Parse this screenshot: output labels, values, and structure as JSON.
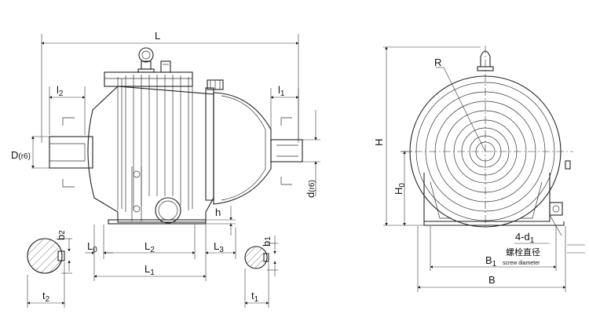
{
  "side_view": {
    "L": "L",
    "l2": "l",
    "l2_sub": "2",
    "l1": "l",
    "l1_sub": "1",
    "D": "D",
    "D_sub": "(r6)",
    "d": "d",
    "d_sub": "(r6)",
    "h": "h",
    "L0": "L",
    "L0_sub": "0",
    "L2": "L",
    "L2_sub": "2",
    "L3": "L",
    "L3_sub": "3",
    "L1": "L",
    "L1_sub": "1",
    "b2": "b",
    "b2_sub": "2",
    "b1": "b",
    "b1_sub": "1",
    "t2": "t",
    "t2_sub": "2",
    "t1": "t",
    "t1_sub": "1"
  },
  "end_view": {
    "R": "R",
    "H": "H",
    "H0": "H",
    "H0_sub": "0",
    "bolt": "4-d",
    "bolt_sub": "1",
    "bolt_cn": "螺栓直径",
    "bolt_en": "screw diameter",
    "B1": "B",
    "B1_sub": "1",
    "B": "B"
  }
}
